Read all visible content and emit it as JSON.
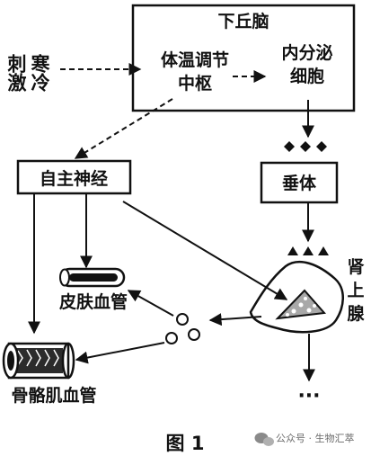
{
  "stimulus": {
    "line1": "寒冷",
    "line2": "刺激"
  },
  "hypothalamus": {
    "title": "下丘脑",
    "center": {
      "line1": "体温调节",
      "line2": "中枢"
    },
    "endocrine": {
      "line1": "内分泌",
      "line2": "细胞"
    }
  },
  "autonomic_nerve": "自主神经",
  "pituitary": "垂体",
  "adrenal": {
    "c1": "肾",
    "c2": "上",
    "c3": "腺"
  },
  "skin_vessel": "皮肤血管",
  "muscle_vessel": "骨骼肌血管",
  "ellipsis": "···",
  "figure_caption": "图 1",
  "watermark": "公众号 · 生物汇萃",
  "colors": {
    "ink": "#111111",
    "watermark": "#6b6b6b",
    "background": "#ffffff"
  }
}
